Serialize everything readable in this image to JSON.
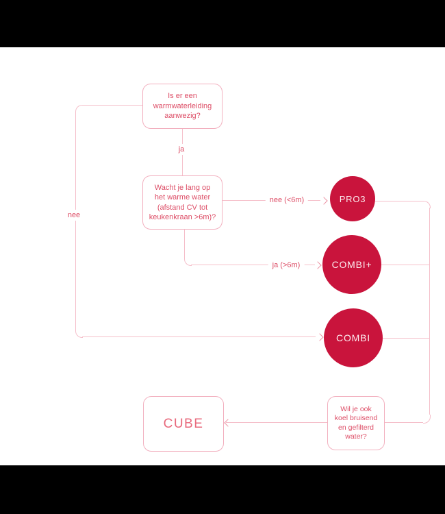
{
  "palette": {
    "circle-fill": "#c9143c",
    "circle-text": "#fdeef1",
    "line": "#f5bfca",
    "arrow": "#eb92a3",
    "box-border": "#f2b0bf",
    "question-text": "#dd4d66",
    "cube-text": "#e8697c",
    "letterbox": "#000000",
    "background": "#ffffff"
  },
  "flowchart": {
    "nodes": {
      "q_warmwater": {
        "type": "question",
        "lines": [
          "Is er een",
          "warmwaterleiding",
          "aanwezig?"
        ]
      },
      "q_wachttijd": {
        "type": "question",
        "lines": [
          "Wacht je lang op",
          "het warme water",
          "(afstand CV tot",
          "keukenkraan >6m)?"
        ]
      },
      "q_koelwater": {
        "type": "question",
        "lines": [
          "Wil je ook",
          "koel bruisend",
          "en gefilterd",
          "water?"
        ]
      },
      "pro3": {
        "type": "result-circle",
        "label": "PRO3"
      },
      "combiplus": {
        "type": "result-circle",
        "label": "COMBI+"
      },
      "combi": {
        "type": "result-circle",
        "label": "COMBI"
      },
      "cube": {
        "type": "result-box",
        "label": "CUBE"
      }
    },
    "edge_labels": {
      "ja": "ja",
      "nee": "nee",
      "nee_6m": "nee (<6m)",
      "ja_6m": "ja (>6m)"
    }
  }
}
